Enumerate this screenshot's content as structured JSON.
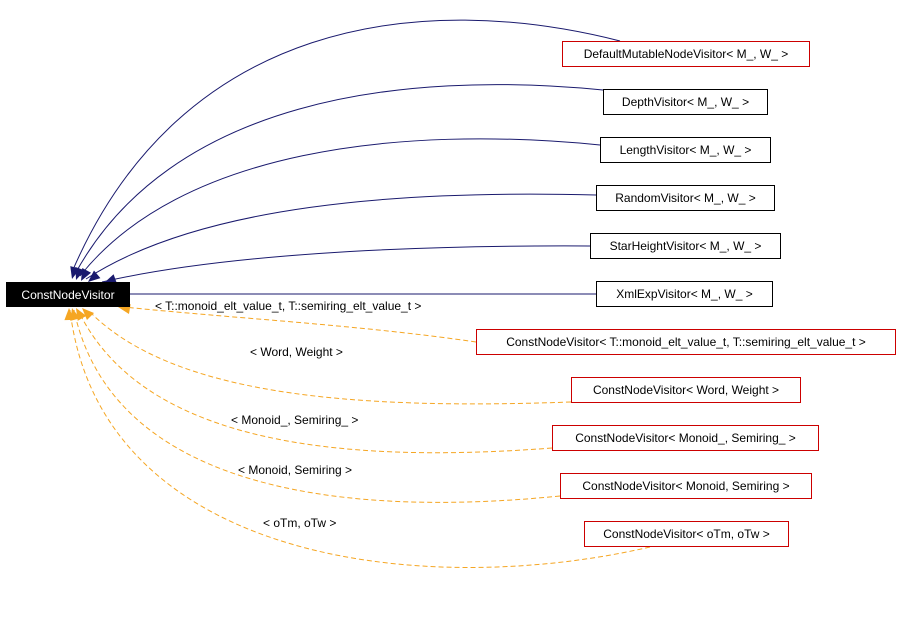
{
  "root": "ConstNodeVisitor",
  "colors": {
    "inheritance_edge": "#1a1a6e",
    "template_edge": "#f5a623",
    "root_fill": "#000000",
    "root_text": "#ffffff",
    "derived_border": "#000000",
    "template_border": "#cc0000"
  },
  "derived": [
    {
      "label": "DefaultMutableNodeVisitor< M_, W_ >",
      "border": "red"
    },
    {
      "label": "DepthVisitor< M_, W_ >",
      "border": "black"
    },
    {
      "label": "LengthVisitor< M_, W_ >",
      "border": "black"
    },
    {
      "label": "RandomVisitor< M_, W_ >",
      "border": "black"
    },
    {
      "label": "StarHeightVisitor< M_, W_ >",
      "border": "black"
    },
    {
      "label": "XmlExpVisitor< M_, W_ >",
      "border": "black"
    }
  ],
  "instances": [
    {
      "label": "ConstNodeVisitor< T::monoid_elt_value_t, T::semiring_elt_value_t >",
      "edge_label": "< T::monoid_elt_value_t, T::semiring_elt_value_t >"
    },
    {
      "label": "ConstNodeVisitor< Word, Weight >",
      "edge_label": "< Word, Weight >"
    },
    {
      "label": "ConstNodeVisitor< Monoid_, Semiring_ >",
      "edge_label": "< Monoid_, Semiring_ >"
    },
    {
      "label": "ConstNodeVisitor< Monoid, Semiring >",
      "edge_label": "< Monoid, Semiring >"
    },
    {
      "label": "ConstNodeVisitor< oTm, oTw >",
      "edge_label": "< oTm, oTw >"
    }
  ]
}
